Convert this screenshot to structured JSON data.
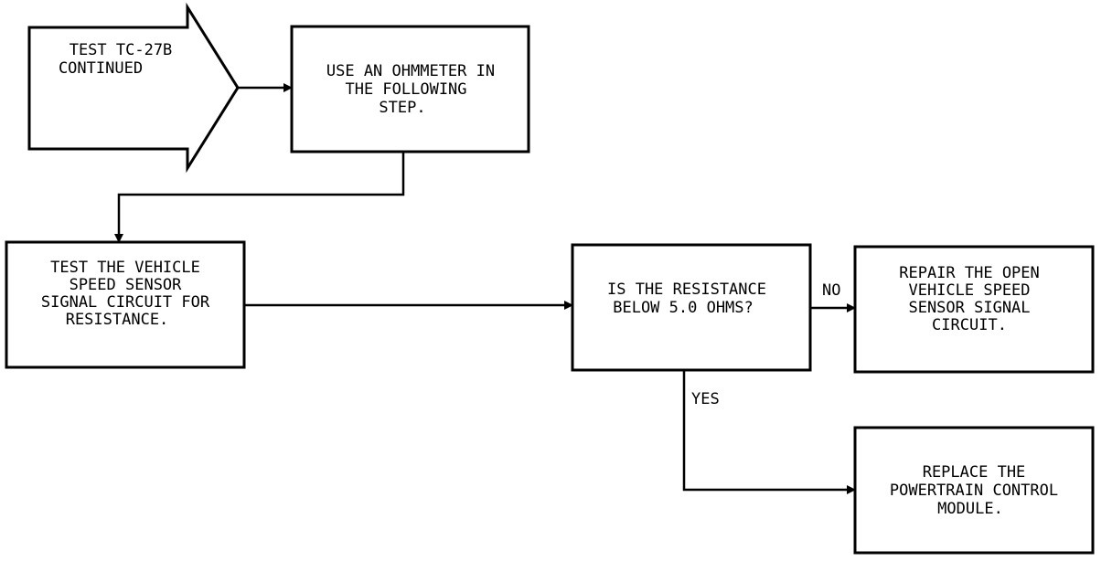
{
  "start": {
    "lines": [
      "TEST TC-27B",
      "CONTINUED"
    ]
  },
  "boxes": {
    "use_ohmmeter": {
      "lines": [
        "USE AN OHMMETER IN",
        "THE FOLLOWING",
        "STEP."
      ]
    },
    "test_vss": {
      "lines": [
        "TEST THE VEHICLE",
        "SPEED SENSOR",
        "SIGNAL CIRCUIT FOR",
        "RESISTANCE."
      ]
    },
    "question": {
      "lines": [
        "IS THE RESISTANCE",
        "BELOW 5.0 OHMS?"
      ]
    },
    "repair": {
      "lines": [
        "REPAIR THE OPEN",
        "VEHICLE SPEED",
        "SENSOR SIGNAL",
        "CIRCUIT."
      ]
    },
    "replace": {
      "lines": [
        "REPLACE THE",
        "POWERTRAIN CONTROL",
        "MODULE."
      ]
    }
  },
  "branches": {
    "no": "NO",
    "yes": "YES"
  },
  "colors": {
    "line": "#000000",
    "background": "#ffffff"
  }
}
